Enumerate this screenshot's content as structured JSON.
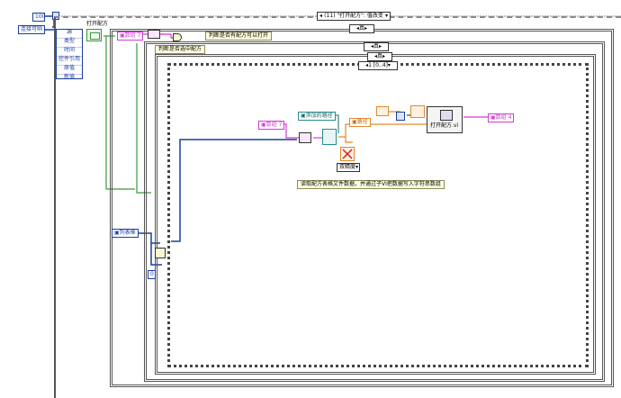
{
  "top": {
    "constant_value": "100",
    "connect_label": "连接可响",
    "case_selector": "(11) \"打开配方\": 值改变",
    "open_recipe_title": "打开配方"
  },
  "event_items": [
    "源",
    "类型",
    "时间",
    "控件引用",
    "原值",
    "新值"
  ],
  "case_true_1": "真",
  "case_true_2": "真",
  "case_true_3": "真",
  "sequence_label": "1 [0..4]",
  "nodes": {
    "array_7_top": "数组 7",
    "judge_open_comment": "判断是否有配方可以打开",
    "judge_selected_comment": "判断是否选中配方",
    "array_7_mid": "数组 7",
    "add_path": "添加的路径",
    "path_ctrl": "路径",
    "open_vi_label": "打开配方.vi",
    "array_4": "数组 4",
    "double_precision": "双精度",
    "read_comment": "读取配方表格文件数据，并通过子VI把数据写入字符串数组",
    "list_box": "列表框",
    "zero_const": "0"
  },
  "colors": {
    "blue_wire": "#1a3fa0",
    "pink_wire": "#d23bd2",
    "orange_wire": "#e08a2a",
    "green_wire": "#3a9a3a",
    "teal_wire": "#2a8a8a"
  }
}
